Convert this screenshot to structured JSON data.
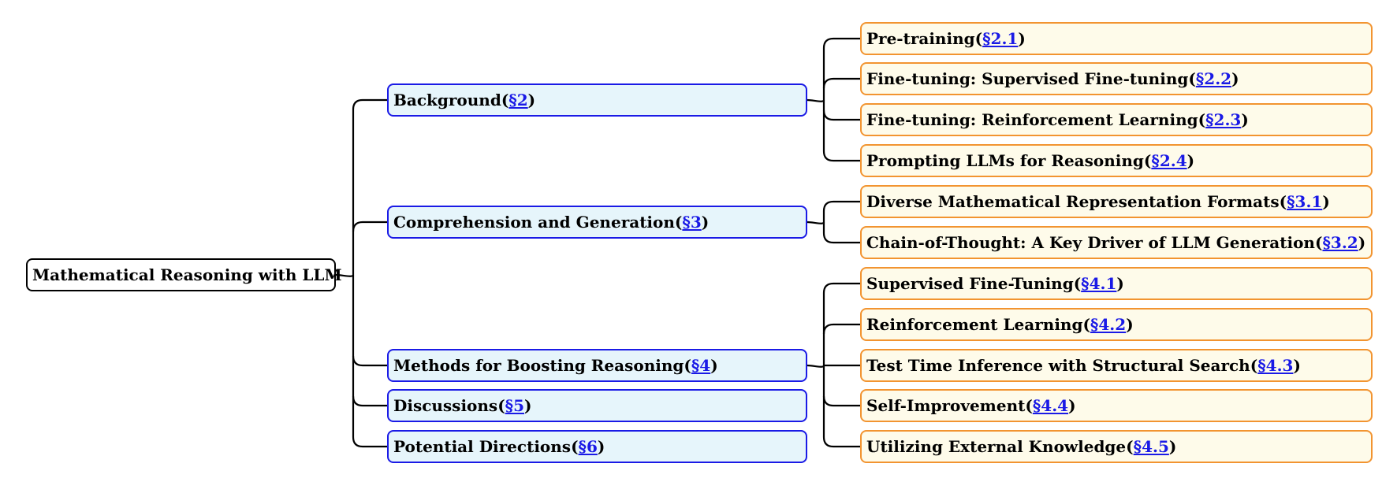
{
  "colors": {
    "root_border": "#000000",
    "root_fill": "#ffffff",
    "section_border": "#1a1ae6",
    "section_fill": "#e6f5fb",
    "subsection_border": "#f29430",
    "subsection_fill": "#fefbea",
    "link": "#1a1ae6",
    "connector": "#000000"
  },
  "root": {
    "label": "Mathematical Reasoning with LLM"
  },
  "sections": [
    {
      "label": "Background",
      "ref": "§2",
      "children": [
        {
          "label": "Pre-training",
          "ref": "§2.1"
        },
        {
          "label": "Fine-tuning: Supervised Fine-tuning",
          "ref": "§2.2"
        },
        {
          "label": "Fine-tuning: Reinforcement Learning",
          "ref": "§2.3"
        },
        {
          "label": "Prompting LLMs for Reasoning",
          "ref": "§2.4"
        }
      ]
    },
    {
      "label": "Comprehension and Generation",
      "ref": "§3",
      "children": [
        {
          "label": "Diverse Mathematical Representation Formats",
          "ref": "§3.1"
        },
        {
          "label": "Chain-of-Thought: A Key Driver of LLM Generation",
          "ref": "§3.2"
        }
      ]
    },
    {
      "label": "Methods for Boosting Reasoning",
      "ref": "§4",
      "children": [
        {
          "label": "Supervised Fine-Tuning",
          "ref": "§4.1"
        },
        {
          "label": "Reinforcement Learning",
          "ref": "§4.2"
        },
        {
          "label": "Test Time Inference with Structural Search",
          "ref": "§4.3"
        },
        {
          "label": "Self-Improvement",
          "ref": "§4.4"
        },
        {
          "label": "Utilizing External Knowledge",
          "ref": "§4.5"
        }
      ]
    },
    {
      "label": "Discussions",
      "ref": "§5",
      "children": []
    },
    {
      "label": "Potential Directions",
      "ref": "§6",
      "children": []
    }
  ]
}
